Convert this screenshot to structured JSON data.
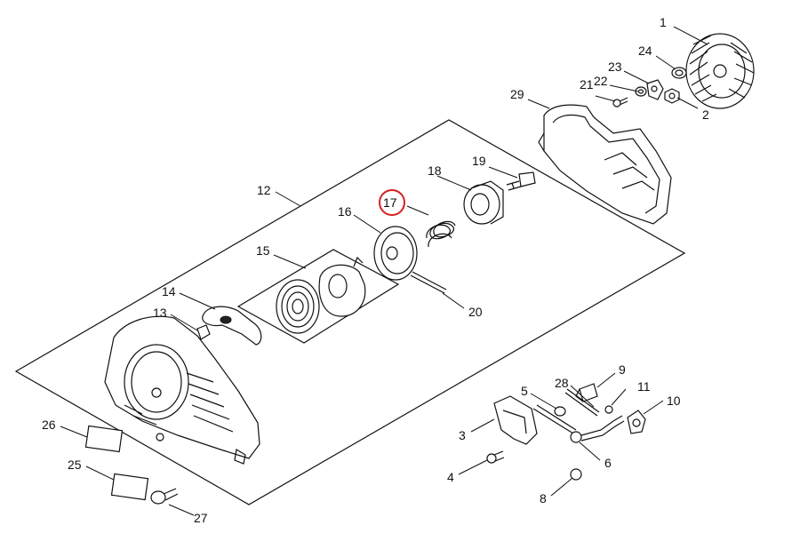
{
  "highlight": {
    "part": "17",
    "color": "#d62020"
  },
  "labels": {
    "p1": "1",
    "p2": "2",
    "p3": "3",
    "p4": "4",
    "p5": "5",
    "p6": "6",
    "p8": "8",
    "p9": "9",
    "p10": "10",
    "p11": "11",
    "p12": "12",
    "p13": "13",
    "p14": "14",
    "p15": "15",
    "p16": "16",
    "p17": "17",
    "p18": "18",
    "p19": "19",
    "p20": "20",
    "p21": "21",
    "p22": "22",
    "p23": "23",
    "p24": "24",
    "p25": "25",
    "p26": "26",
    "p27": "27",
    "p28": "28",
    "p29": "29"
  }
}
